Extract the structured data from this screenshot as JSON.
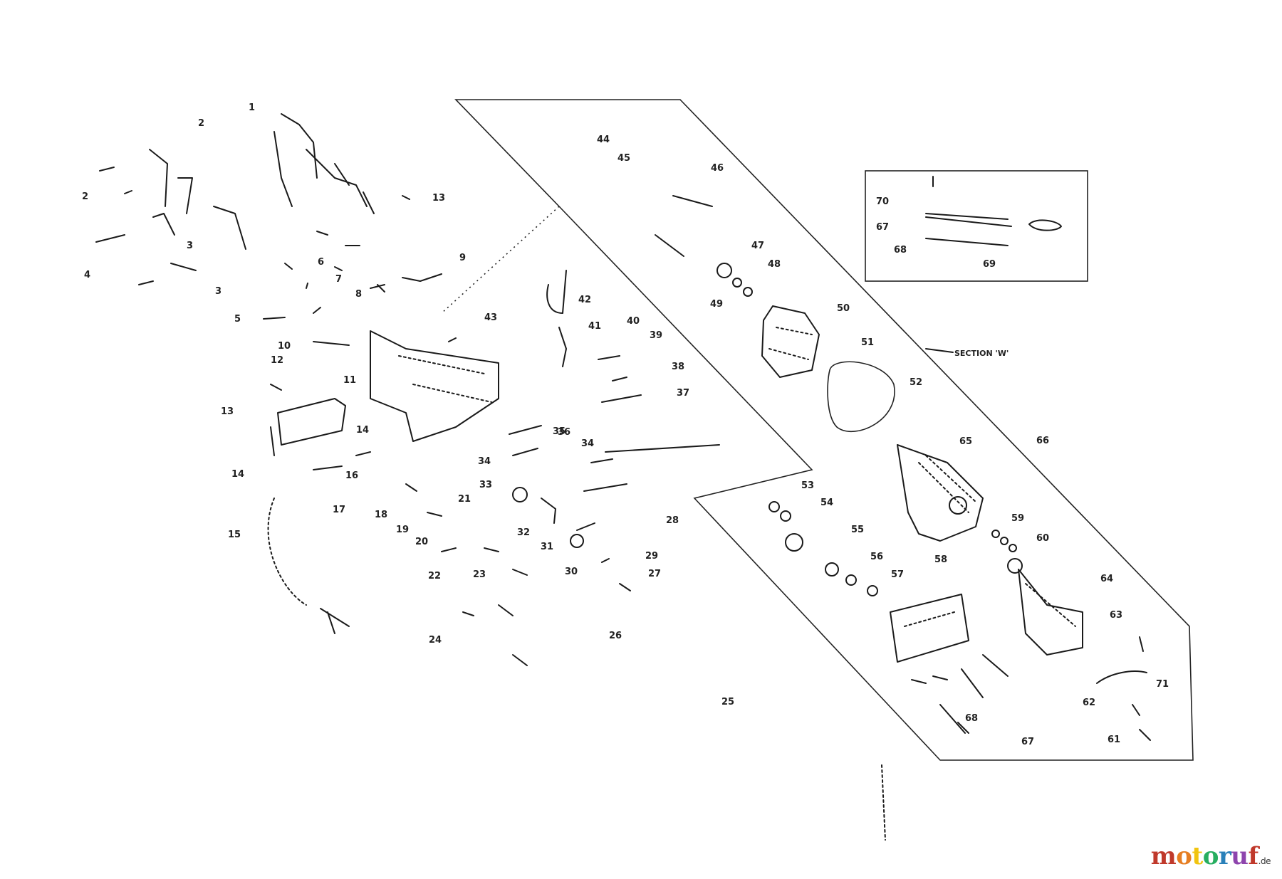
{
  "diagram": {
    "section_label": "SECTION 'W'",
    "inset_labels": [
      "70",
      "67",
      "68",
      "69"
    ],
    "labels": [
      "1",
      "2",
      "2",
      "3",
      "3",
      "4",
      "5",
      "6",
      "7",
      "8",
      "9",
      "10",
      "11",
      "12",
      "13",
      "13",
      "14",
      "14",
      "15",
      "16",
      "17",
      "18",
      "19",
      "20",
      "21",
      "22",
      "23",
      "24",
      "25",
      "26",
      "27",
      "28",
      "29",
      "30",
      "31",
      "32",
      "33",
      "34",
      "34",
      "35",
      "36",
      "37",
      "38",
      "39",
      "40",
      "41",
      "42",
      "43",
      "44",
      "45",
      "46",
      "47",
      "48",
      "49",
      "50",
      "51",
      "52",
      "53",
      "54",
      "55",
      "56",
      "57",
      "58",
      "59",
      "60",
      "61",
      "62",
      "63",
      "64",
      "65",
      "66",
      "67",
      "68",
      "71"
    ]
  },
  "brand": {
    "logo_text": "motoruf",
    "logo_suffix": ".de",
    "logo_colors": [
      "#c0392b",
      "#e67e22",
      "#f1c40f",
      "#27ae60",
      "#2980b9",
      "#8e44ad",
      "#c0392b"
    ]
  }
}
